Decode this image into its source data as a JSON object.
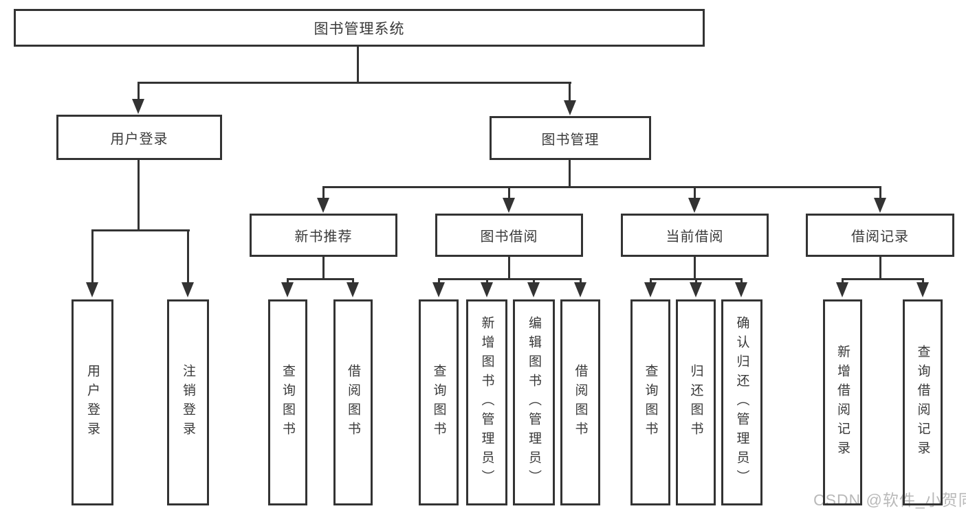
{
  "nodes": {
    "root": {
      "label": "图书管理系统"
    },
    "level2": [
      {
        "id": "user-login",
        "label": "用户登录"
      },
      {
        "id": "book-management",
        "label": "图书管理"
      }
    ],
    "level3": [
      {
        "id": "new-book-recommend",
        "label": "新书推荐"
      },
      {
        "id": "book-borrowing",
        "label": "图书借阅"
      },
      {
        "id": "current-borrowing",
        "label": "当前借阅"
      },
      {
        "id": "borrowing-records",
        "label": "借阅记录"
      }
    ],
    "leaves": [
      {
        "group": "user-login",
        "label": "用户登录"
      },
      {
        "group": "user-login",
        "label": "注销登录"
      },
      {
        "group": "new-book-recommend",
        "label": "查询图书"
      },
      {
        "group": "new-book-recommend",
        "label": "借阅图书"
      },
      {
        "group": "book-borrowing",
        "label": "查询图书"
      },
      {
        "group": "book-borrowing",
        "label": "新增图书（管理员）"
      },
      {
        "group": "book-borrowing",
        "label": "编辑图书（管理员）"
      },
      {
        "group": "book-borrowing",
        "label": "借阅图书"
      },
      {
        "group": "current-borrowing",
        "label": "查询图书"
      },
      {
        "group": "current-borrowing",
        "label": "归还图书"
      },
      {
        "group": "current-borrowing",
        "label": "确认归还（管理员）"
      },
      {
        "group": "borrowing-records",
        "label": "新增借阅记录"
      },
      {
        "group": "borrowing-records",
        "label": "查询借阅记录"
      }
    ]
  },
  "watermark": "CSDN @软件_小贺同学",
  "colors": {
    "line": "#333333",
    "box_border": "#333333",
    "box_fill": "#ffffff",
    "text": "#3a3a3a",
    "watermark": "#b9b9b9"
  }
}
